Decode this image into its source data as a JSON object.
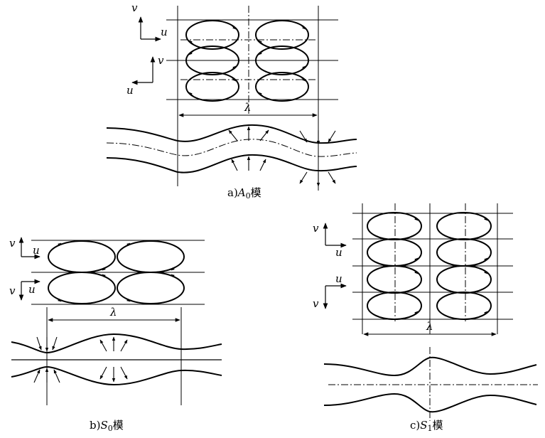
{
  "panels": [
    {
      "id": "a",
      "caption_prefix": "a)",
      "caption_symbol": "A",
      "caption_sub": "0",
      "caption_suffix": "模",
      "wavelength": "λ",
      "axes": [
        {
          "v": "v",
          "u": "u"
        },
        {
          "v": "v",
          "u": "u"
        }
      ]
    },
    {
      "id": "b",
      "caption_prefix": "b)",
      "caption_symbol": "S",
      "caption_sub": "0",
      "caption_suffix": "模",
      "wavelength": "λ",
      "axes": [
        {
          "v": "v",
          "u": "u"
        },
        {
          "v": "v",
          "u": "u"
        }
      ]
    },
    {
      "id": "c",
      "caption_prefix": "c)",
      "caption_symbol": "S",
      "caption_sub": "1",
      "caption_suffix": "模",
      "wavelength": "λ",
      "axes": [
        {
          "v": "v",
          "u": "u"
        },
        {
          "v": "v",
          "u": "u"
        }
      ]
    }
  ],
  "colors": {
    "ink": "#000000",
    "background": "#ffffff"
  }
}
